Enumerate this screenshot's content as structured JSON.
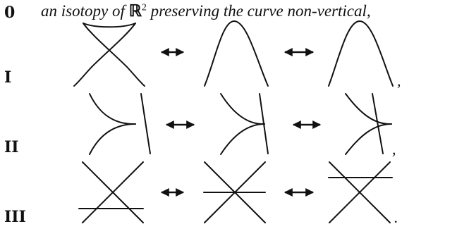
{
  "statement": {
    "prefix": "an isotopy of",
    "space_symbol": "ℝ",
    "space_exponent": "2",
    "suffix": "preserving the curve non-vertical,"
  },
  "moves": [
    {
      "label": "0",
      "terminator": ""
    },
    {
      "label": "I",
      "terminator": ","
    },
    {
      "label": "II",
      "terminator": ","
    },
    {
      "label": "III",
      "terminator": "."
    }
  ]
}
